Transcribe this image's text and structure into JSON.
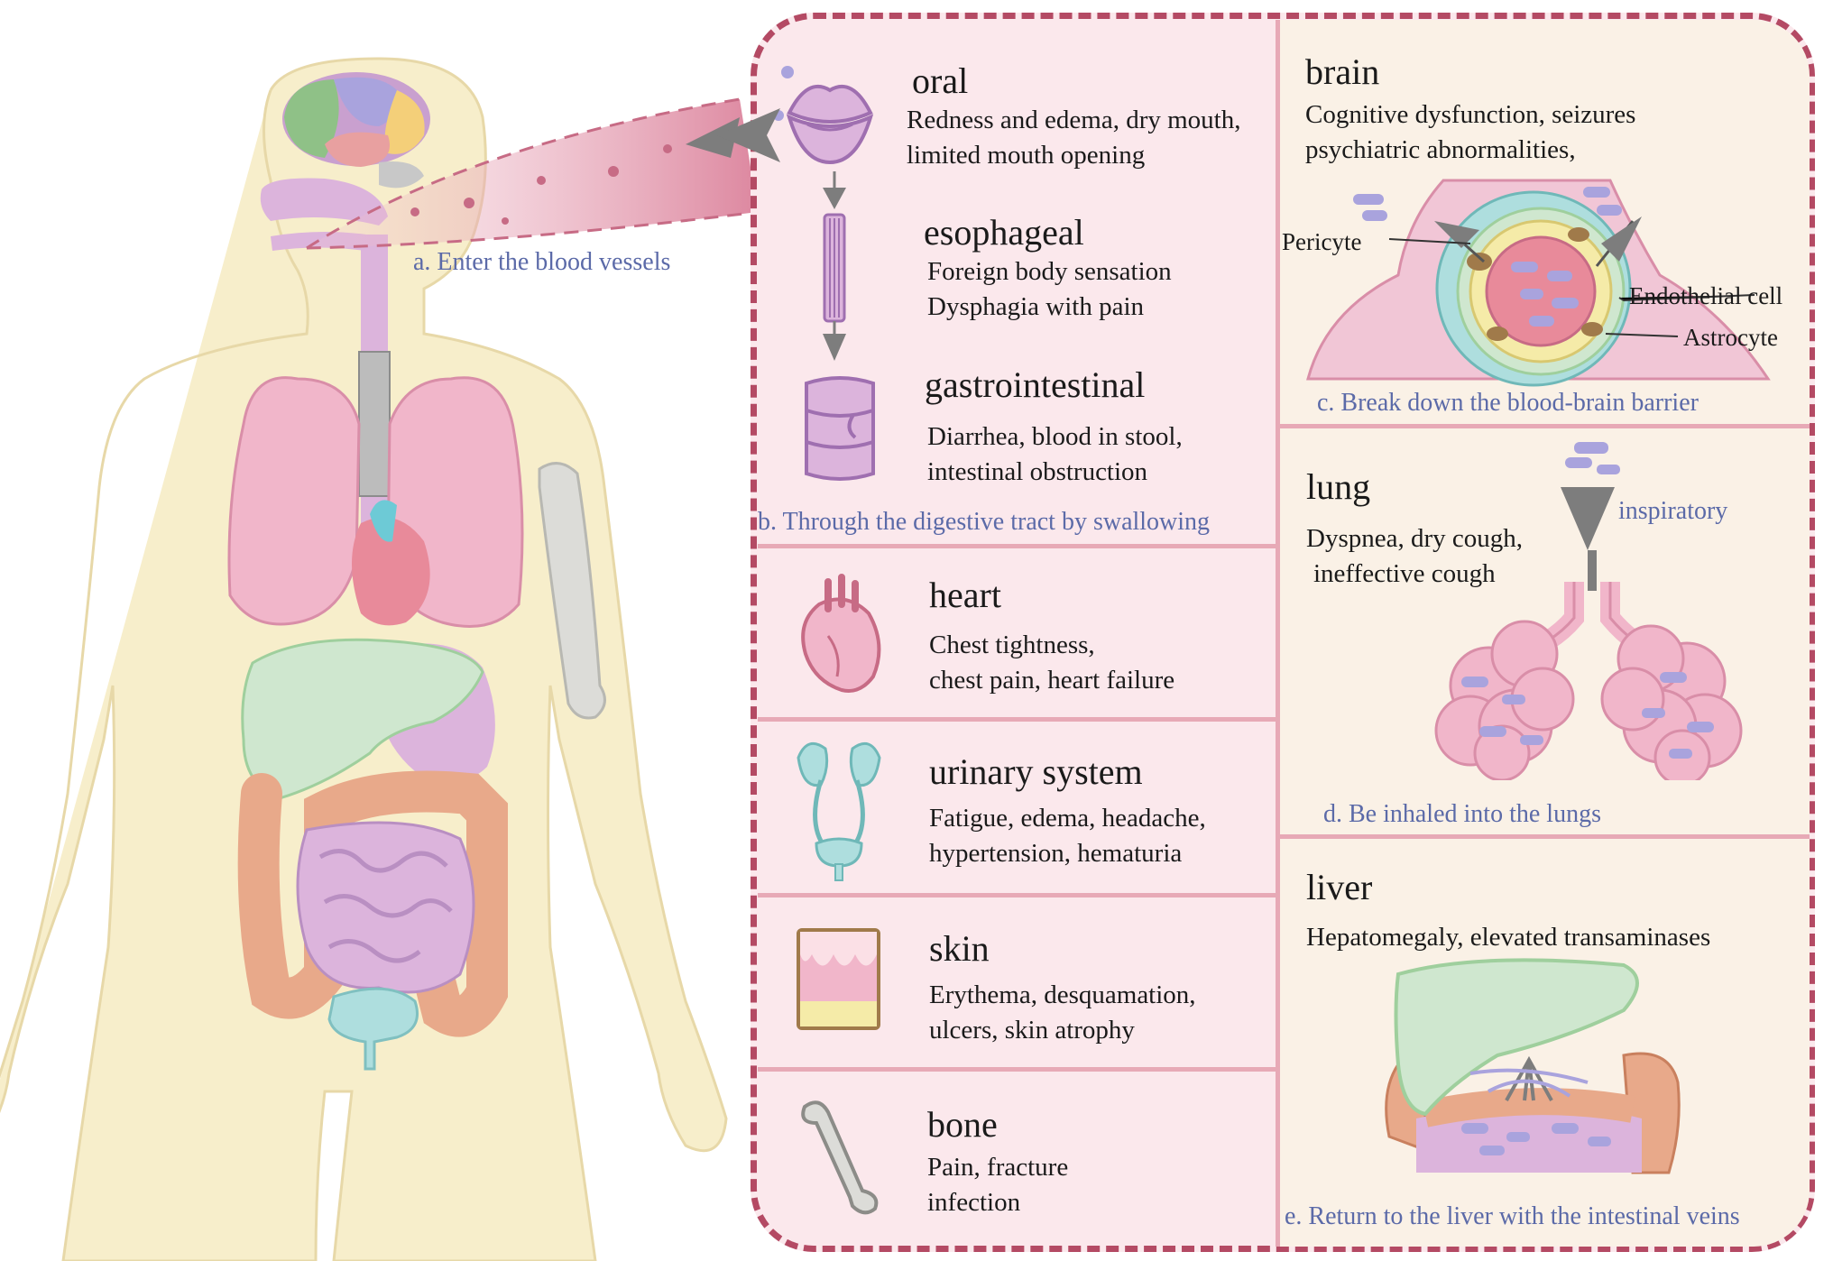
{
  "colors": {
    "panel_fill": "#fbe8ec",
    "right_fill": "#faf1e6",
    "dash_border": "#b44a64",
    "divider": "#e7a9b6",
    "caption": "#5b6aa8",
    "body_skin": "#f7eecb",
    "lung": "#f1b6ca",
    "liver": "#cfe7cf",
    "colon": "#e8a98a",
    "intestine": "#dcb4dc",
    "bladder": "#aedede",
    "bone": "#dcdcd8"
  },
  "body_caption": "a. Enter the blood vessels",
  "digestive": {
    "items": [
      {
        "title": "oral",
        "lines": [
          "Redness and edema, dry mouth,",
          "limited mouth opening"
        ],
        "icon": "mouth-icon"
      },
      {
        "title": "esophageal",
        "lines": [
          "Foreign body sensation",
          "Dysphagia with pain"
        ],
        "icon": "esophagus-icon"
      },
      {
        "title": "gastrointestinal",
        "lines": [
          "Diarrhea, blood in stool,",
          "intestinal obstruction"
        ],
        "icon": "intestine-icon"
      }
    ],
    "caption": "b. Through the digestive tract by swallowing"
  },
  "organs": [
    {
      "title": "heart",
      "lines": [
        "Chest tightness,",
        "chest pain, heart failure"
      ],
      "icon": "heart-icon"
    },
    {
      "title": "urinary system",
      "lines": [
        "Fatigue, edema, headache,",
        "hypertension, hematuria"
      ],
      "icon": "kidney-icon"
    },
    {
      "title": "skin",
      "lines": [
        "Erythema, desquamation,",
        "ulcers, skin atrophy"
      ],
      "icon": "skin-icon"
    },
    {
      "title": "bone",
      "lines": [
        "Pain, fracture",
        "infection"
      ],
      "icon": "bone-icon"
    }
  ],
  "brain": {
    "title": "brain",
    "lines": [
      "Cognitive dysfunction, seizures",
      "psychiatric abnormalities,"
    ],
    "labels": {
      "pericyte": "Pericyte",
      "endothelial": "Endothelial cell",
      "astrocyte": "Astrocyte"
    },
    "caption": "c. Break down the blood-brain barrier"
  },
  "lung": {
    "title": "lung",
    "lines": [
      "Dyspnea, dry cough,",
      "ineffective cough"
    ],
    "label": "inspiratory",
    "caption": "d. Be inhaled into the lungs"
  },
  "liver": {
    "title": "liver",
    "lines": [
      "Hepatomegaly,  elevated transaminases"
    ],
    "caption": "e. Return to the liver with the intestinal veins"
  }
}
